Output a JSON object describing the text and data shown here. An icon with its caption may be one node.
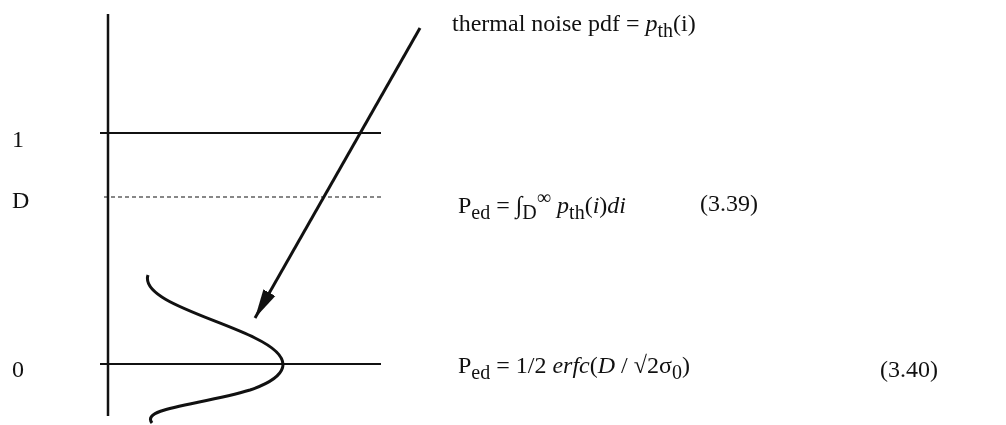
{
  "diagram": {
    "nodes": [
      {
        "text": [
          "thermal noise pdf = *p*$_{th}$(i)"
        ]
      },
      {
        "text": [],
        "shape": "curve"
      }
    ],
    "edges": [
      {
        "from": 0,
        "to": 1,
        "arrow": "to"
      }
    ],
    "labels": [
      "1",
      "D",
      "P$_{ed}$ = ∫$_{D}$$^{∞}$ *p*$_{th}$(*i*)*di*",
      "(3.39)",
      "0",
      "P$_{ed}$ = 1/2 *erfc*(*D* / √2σ$_{0}$)",
      "(3.40)"
    ]
  }
}
